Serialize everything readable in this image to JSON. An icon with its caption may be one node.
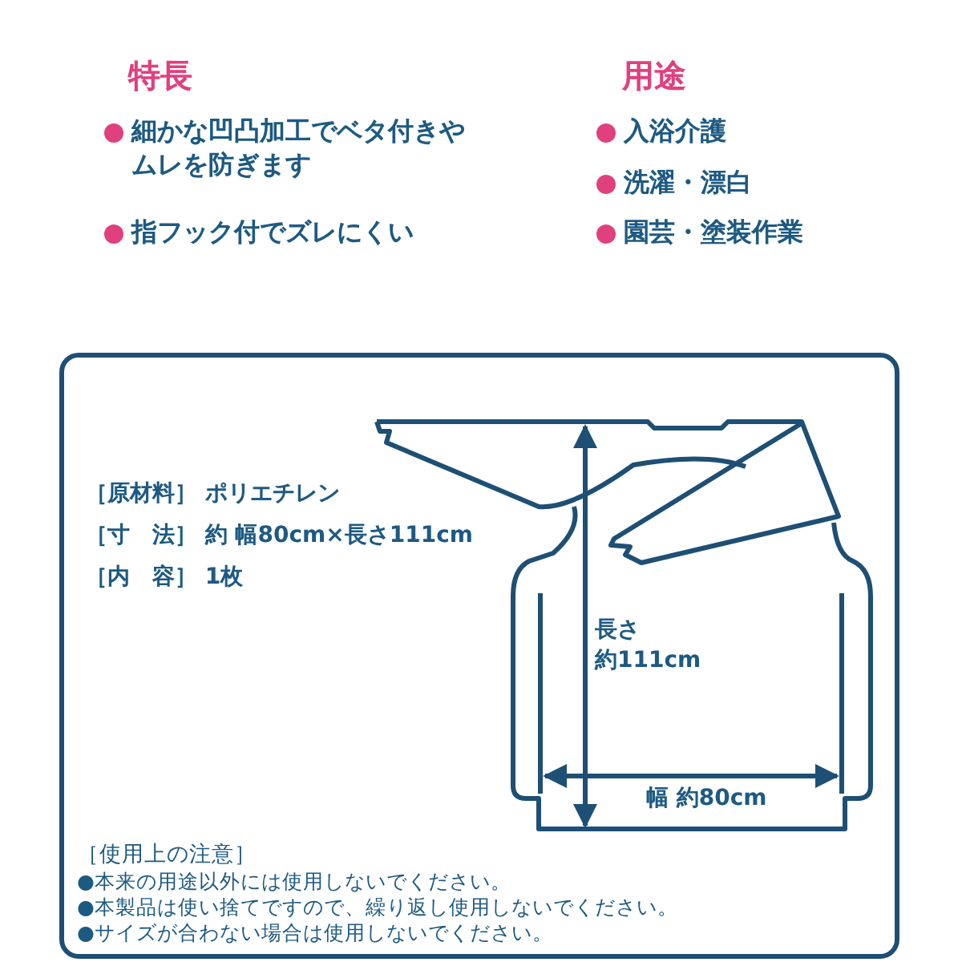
{
  "diagram": {
    "nodes": [
      {
        "text": [
          "［原材料］ ポリエチレン",
          "［寸　法］ 約 幅80cm×長さ111cm",
          "［内　容］ 1枚",
          "［使用上の注意］",
          "●本来の用途以外には使用しないでください。",
          "●本製品は使い捨てですので、繰り返し使用しないでください。",
          "●サイズが合わない場合は使用しないでください。"
        ]
      }
    ],
    "edges": [],
    "labels": [
      "特長",
      "細かな凹凸加工でベタ付きやムレを防ぎます",
      "指フック付でズレにくい",
      "用途",
      "入浴介護",
      "洗濯・漂白",
      "園芸・塗装作業",
      "長さ",
      "約111cm",
      "幅 約80cm"
    ]
  }
}
